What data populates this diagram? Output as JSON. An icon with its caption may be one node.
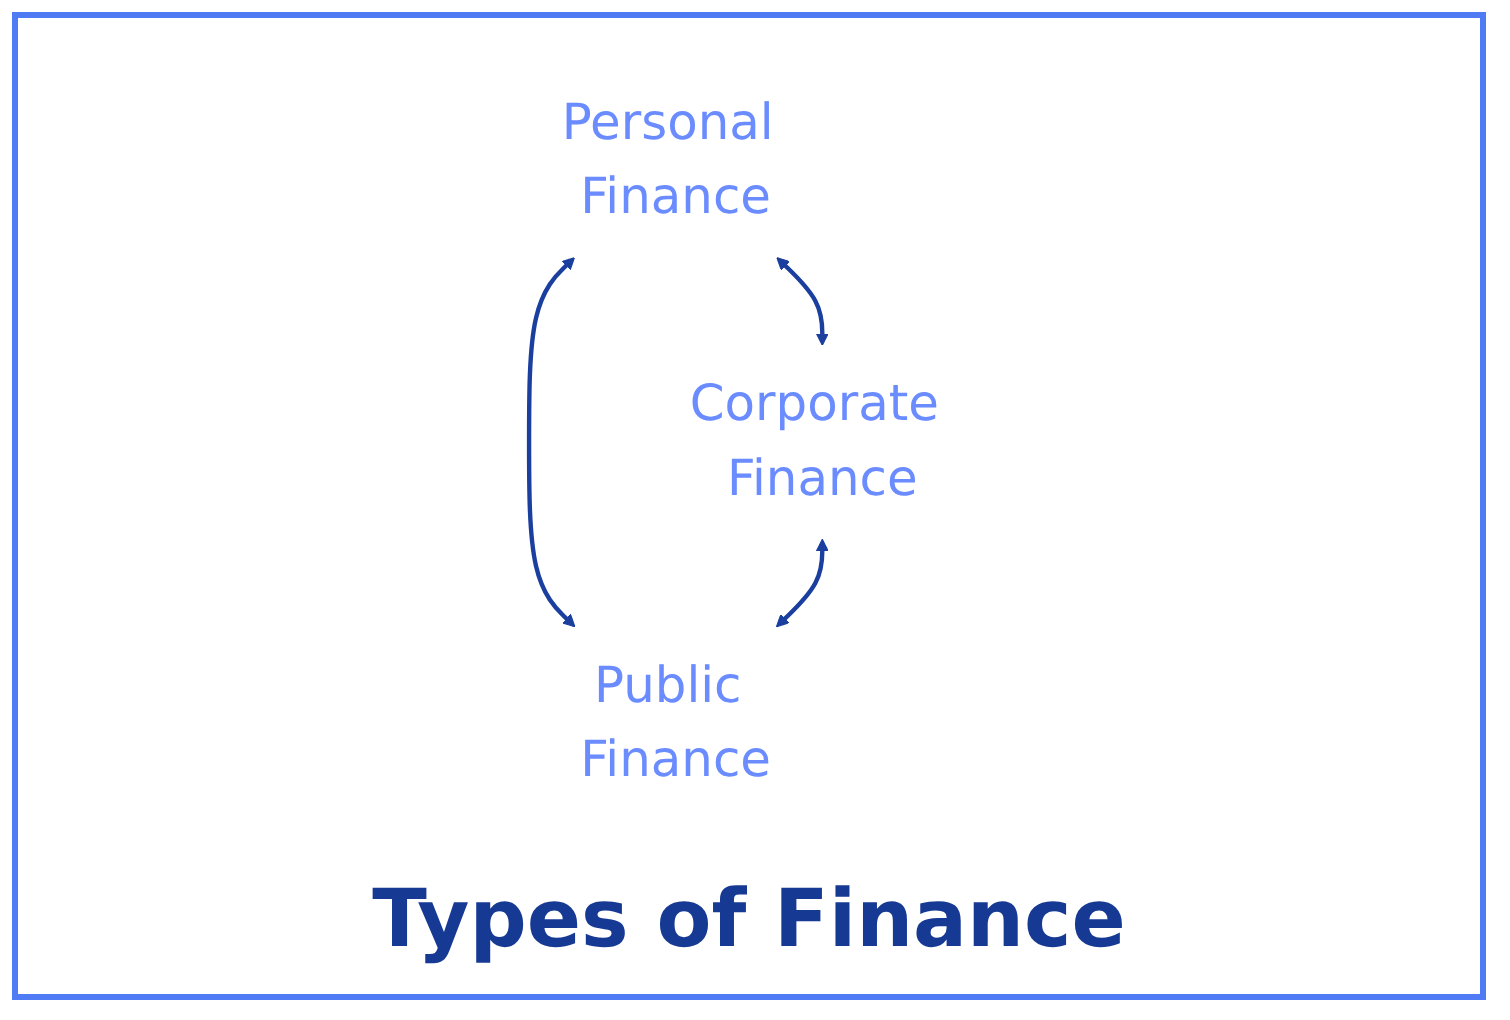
{
  "diagram": {
    "title": "Types of Finance",
    "nodes": [
      {
        "text": [
          "Personal Finance"
        ]
      },
      {
        "text": [
          "Corporate Finance"
        ]
      },
      {
        "text": [
          "Public Finance"
        ]
      }
    ],
    "edges": [
      {
        "from": 0,
        "to": 1,
        "arrow": "both"
      },
      {
        "from": 0,
        "to": 2,
        "arrow": "both"
      },
      {
        "from": 1,
        "to": 2,
        "arrow": "both"
      }
    ]
  }
}
